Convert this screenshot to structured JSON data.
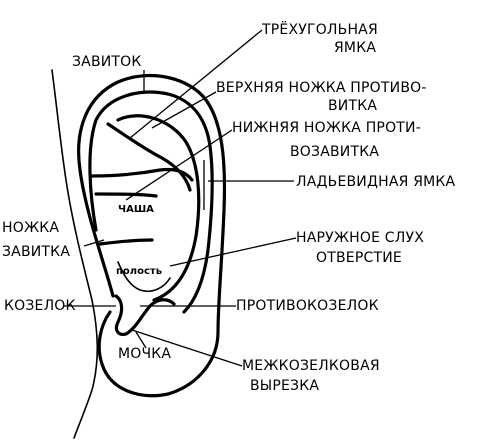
{
  "labels": {
    "triangular_fossa_1": "ТРЁХУГОЛЬНАЯ",
    "triangular_fossa_2": "ЯМКА",
    "helix": "ЗАВИТОК",
    "sup_crus_1": "ВЕРХНЯЯ НОЖКА ПРОТИВО-",
    "sup_crus_2": "ВИТКА",
    "inf_crus_1": "НИЖНЯЯ НОЖКА ПРОТИ-",
    "inf_crus_2": "ВОЗАВИТКА",
    "scapha": "ЛАДЬЕВИДНАЯ ЯМКА",
    "concha": "ЧАША",
    "crus_helix_1": "НОЖКА",
    "crus_helix_2": "ЗАВИТКА",
    "meatus_1": "НАРУЖНОЕ СЛУХ",
    "meatus_2": "ОТВЕРСТИЕ",
    "cavity": "полость",
    "tragus": "КОЗЕЛОК",
    "antitragus": "ПРОТИВОКОЗЕЛОК",
    "lobe": "МОЧКА",
    "notch_1": "МЕЖКОЗЕЛКОВАЯ",
    "notch_2": "ВЫРЕЗКА"
  },
  "colors": {
    "ink": "#000000",
    "background": "#ffffff"
  }
}
